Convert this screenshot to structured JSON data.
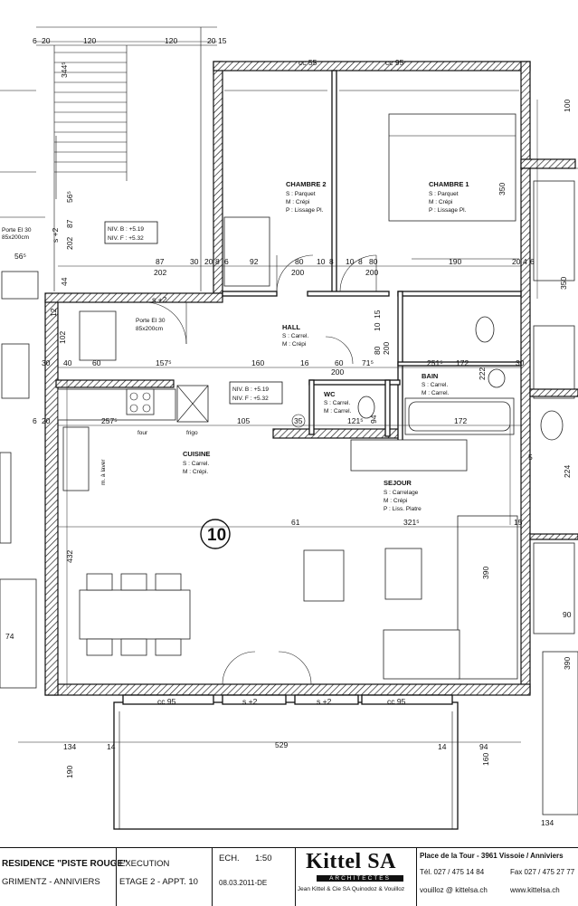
{
  "rooms": {
    "chambre2": {
      "name": "CHAMBRE 2",
      "floor": "S : Parquet",
      "wall": "M : Crépi",
      "ceiling": "P : Lissage Pl."
    },
    "chambre1": {
      "name": "CHAMBRE 1",
      "floor": "S : Parquet",
      "wall": "M : Crépi",
      "ceiling": "P : Lissage Pl."
    },
    "hall": {
      "name": "HALL",
      "floor": "S : Carrel.",
      "wall": "M : Crépi"
    },
    "bain": {
      "name": "BAIN",
      "floor": "S : Carrel.",
      "wall": "M : Carrel."
    },
    "wc": {
      "name": "WC",
      "floor": "S : Carrel.",
      "wall": "M : Carrel."
    },
    "cuisine": {
      "name": "CUISINE",
      "floor": "S : Carrel.",
      "wall": "M : Crépi."
    },
    "sejour": {
      "name": "SEJOUR",
      "floor": "S : Carrelage",
      "wall": "M : Crépi",
      "ceiling": "P : Liss. Platre"
    }
  },
  "apartment_number": "10",
  "levels": {
    "upper": {
      "b": "NIV. B : +5.19",
      "f": "NIV. F : +5.32"
    },
    "middle": {
      "b": "NIV. B : +5.19",
      "f": "NIV. F : +5.32"
    }
  },
  "doors": {
    "fire_door_left": {
      "line1": "Porte EI 30",
      "line2": "85x200cm"
    },
    "fire_door_entry": {
      "line1": "Porte EI 30",
      "line2": "85x200cm"
    }
  },
  "labels": {
    "cc55": "cc 55",
    "cc95_top": "cc 95",
    "cc95_bl": "cc 95",
    "cc95_br": "cc 95",
    "s2_hall": "s +2",
    "s2_b1": "s +2",
    "s2_b2": "s +2",
    "s2_left": "s +2",
    "four": "four",
    "frigo": "frigo",
    "lave": "m. à laver"
  },
  "dims": {
    "t120a": "120",
    "t120b": "120",
    "t6": "6",
    "t20a": "20",
    "t20b": "20",
    "t15a": "15",
    "t344": "344⁵",
    "t56": "56⁵",
    "t202": "202",
    "t87v": "87",
    "t87": "87",
    "t202b": "202",
    "t30": "30",
    "t20c": "20",
    "t8a": "8",
    "t6b": "6",
    "t92": "92",
    "t80a": "80",
    "t10a": "10",
    "t8b": "8",
    "t200a": "200",
    "t80b": "80",
    "t10b": "10",
    "t8c": "8",
    "t200b": "200",
    "t190": "190",
    "t204": "20",
    "t46": "4",
    "t6c": "6",
    "t350": "350",
    "t102": "102",
    "t12": "12",
    "t44": "44",
    "t30b": "30",
    "t40": "40",
    "t60": "60",
    "t157": "157⁵",
    "t160": "160",
    "t16": "16",
    "t60b": "60",
    "t71": "71⁵",
    "t200c": "200",
    "t80v": "80",
    "t200v": "200",
    "t10v": "10",
    "t15v": "15",
    "t251": "251⁵",
    "t172": "172",
    "t222": "222",
    "t30c": "30",
    "t257": "257⁵",
    "t105": "105",
    "t35": "35",
    "t121": "121⁵",
    "t94": "94",
    "t172b": "172",
    "t6d": "6",
    "t20d": "20",
    "t61": "61",
    "t321": "321⁵",
    "t390": "390",
    "t432": "432",
    "t74": "74",
    "t134": "134",
    "t14a": "14",
    "t529": "529",
    "t14b": "14",
    "t94b": "94",
    "t190v": "190",
    "t160v": "160",
    "t134b": "134",
    "t90": "90",
    "t390b": "390",
    "t224": "224",
    "t510": "5",
    "t56b": "56⁵",
    "t350r": "350",
    "t100": "100",
    "t15r": "15"
  },
  "title_block": {
    "project_line1": "RESIDENCE \"PISTE ROUGE\"",
    "project_line2": "GRIMENTZ - ANNIVIERS",
    "phase": "EXECUTION",
    "drawing": "ETAGE 2 - APPT. 10",
    "scale_label": "ECH.",
    "scale": "1:50",
    "date": "08.03.2011-DE",
    "logo": "Kittel SA",
    "logo_sub": "ARCHITECTES",
    "partners": "Jean Kittel & Cie SA   Quinodoz & Vouilloz",
    "address": "Place de la Tour  -  3961 Vissoie / Anniviers",
    "tel": "Tél.  027 / 475 14 84",
    "fax": "Fax  027 / 475 27 77",
    "email": "vouilloz @ kittelsa.ch",
    "web": "www.kittelsa.ch"
  }
}
